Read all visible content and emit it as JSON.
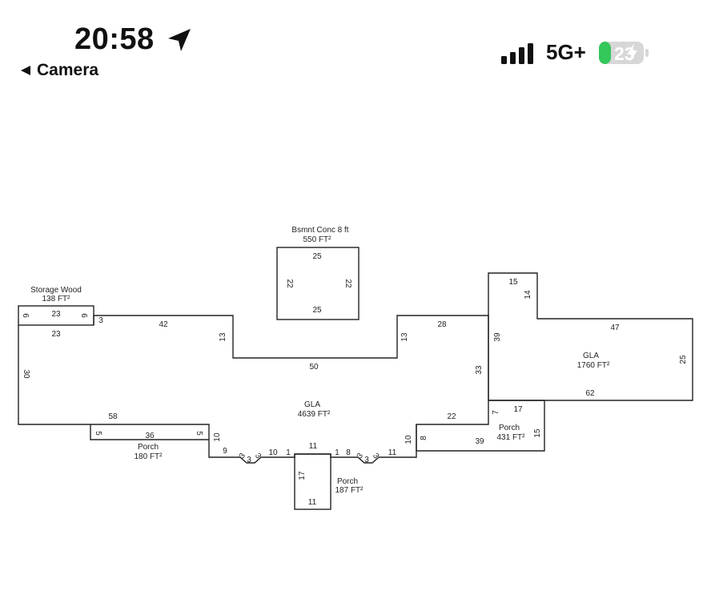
{
  "status_bar": {
    "time": "20:58",
    "network": "5G+",
    "battery_level": "23",
    "back_label": "Camera",
    "icons": [
      "location-arrow-icon",
      "signal-bars-icon",
      "battery-charging-icon",
      "back-triangle-icon"
    ],
    "battery_color": "#34c759"
  },
  "plan": {
    "areas": {
      "bsmnt": {
        "name": "Bsmnt Conc 8 ft",
        "size": "550 FT²"
      },
      "storage": {
        "name": "Storage Wood",
        "size": "138 FT²"
      },
      "gla_main": {
        "name": "GLA",
        "size": "4639 FT²"
      },
      "gla_right": {
        "name": "GLA",
        "size": "1760 FT²"
      },
      "porch_left": {
        "name": "Porch",
        "size": "180 FT²"
      },
      "porch_center": {
        "name": "Porch",
        "size": "187 FT²"
      },
      "porch_right": {
        "name": "Porch",
        "size": "431 FT²"
      }
    },
    "dims": {
      "bs_top": "25",
      "bs_bottom": "25",
      "bs_left": "22",
      "bs_right": "22",
      "st_top": "23",
      "st_bottom": "23",
      "st_left": "6",
      "st_right": "6",
      "m_3": "3",
      "m_42": "42",
      "m_13a": "13",
      "m_50": "50",
      "m_13b": "13",
      "m_28": "28",
      "m_39": "39",
      "m_33": "33",
      "m_30": "30",
      "m_58": "58",
      "m_22": "22",
      "m_7": "7",
      "r_15": "15",
      "r_14": "14",
      "r_47": "47",
      "r_25": "25",
      "r_62": "62",
      "pr_17": "17",
      "pr_15": "15",
      "pr_39": "39",
      "pr_8": "8",
      "pl_36": "36",
      "pl_5a": "5",
      "pl_5b": "5",
      "pl_10": "10",
      "pl_9": "9",
      "b_3a": "3",
      "b_3b": "3",
      "b_3c": "3",
      "b_10": "10",
      "b_1a": "1",
      "b_11": "11",
      "b_1b": "1",
      "b_8": "8",
      "b_3d": "3",
      "b_3e": "3",
      "b_3f": "3",
      "b_11b": "11",
      "b_10b": "10",
      "pc_17": "17",
      "pc_11": "11"
    }
  }
}
